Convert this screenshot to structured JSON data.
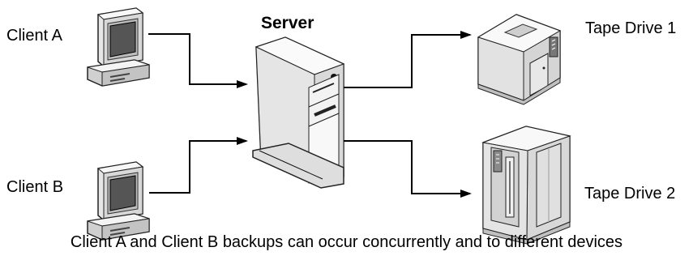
{
  "diagram": {
    "server_title": "Server",
    "client_a_label": "Client A",
    "client_b_label": "Client B",
    "tape_drive_1_label": "Tape Drive 1",
    "tape_drive_2_label": "Tape Drive 2",
    "caption": "Client A and Client B backups can occur concurrently and to different devices"
  }
}
